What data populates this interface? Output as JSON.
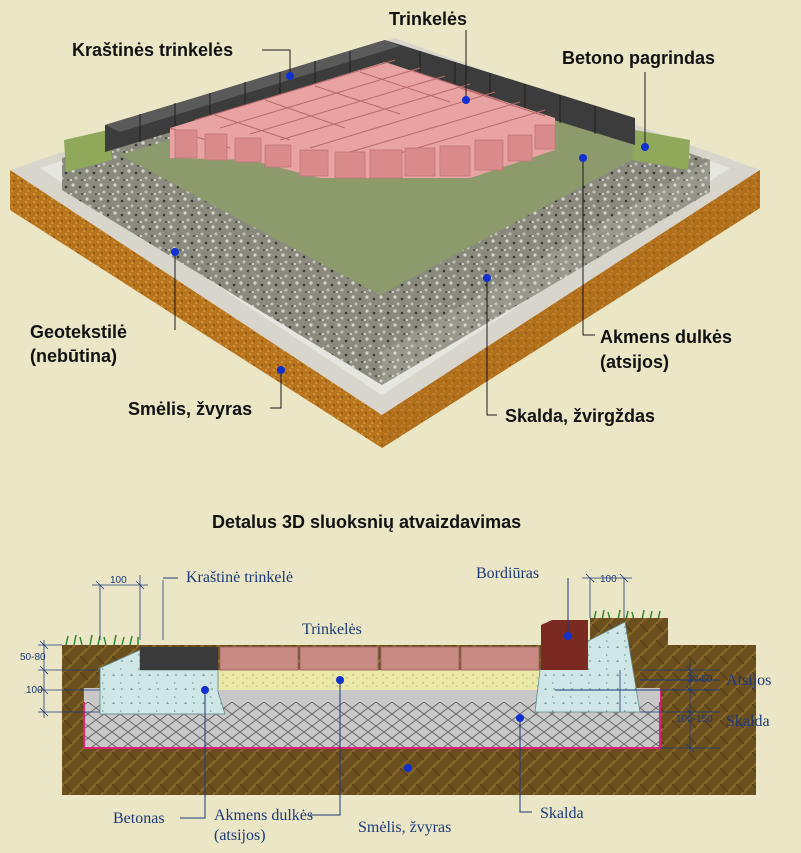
{
  "top_labels": {
    "trinkeles": "Trinkelės",
    "krastines_trinkeles": "Kraštinės trinkelės",
    "betono_pagrindas": "Betono pagrindas",
    "geotekstile_1": "Geotekstilė",
    "geotekstile_2": "(nebūtina)",
    "akmens_dulkes_1": "Akmens dulkės",
    "akmens_dulkes_2": "(atsijos)",
    "smelis_zvyras": "Smėlis, žvyras",
    "skalda_zvirgzdas": "Skalda, žvirgždas"
  },
  "section_title": "Detalus 3D sluoksnių atvaizdavimas",
  "bottom_labels": {
    "krastine_trinkele": "Kraštinė trinkelė",
    "bordiuras": "Bordiūras",
    "trinkeles": "Trinkelės",
    "atsijos": "Atsijos",
    "skalda_right": "Skalda",
    "betonas": "Betonas",
    "akmens_dulkes_1": "Akmens dulkės",
    "akmens_dulkes_2": "(atsijos)",
    "smelis_zvyras": "Smėlis, žvyras",
    "skalda_bottom": "Skalda"
  },
  "dimensions": {
    "d100_left": "100",
    "d100_right": "100",
    "d50_80": "50-80",
    "d100_side": "100",
    "d30_50": "30-50",
    "d100_150": "100-150"
  },
  "colors": {
    "background": "#ebe6c6",
    "marker": "#1030d0",
    "paver": "#e89a9a",
    "soil": "#6b4f1e"
  }
}
